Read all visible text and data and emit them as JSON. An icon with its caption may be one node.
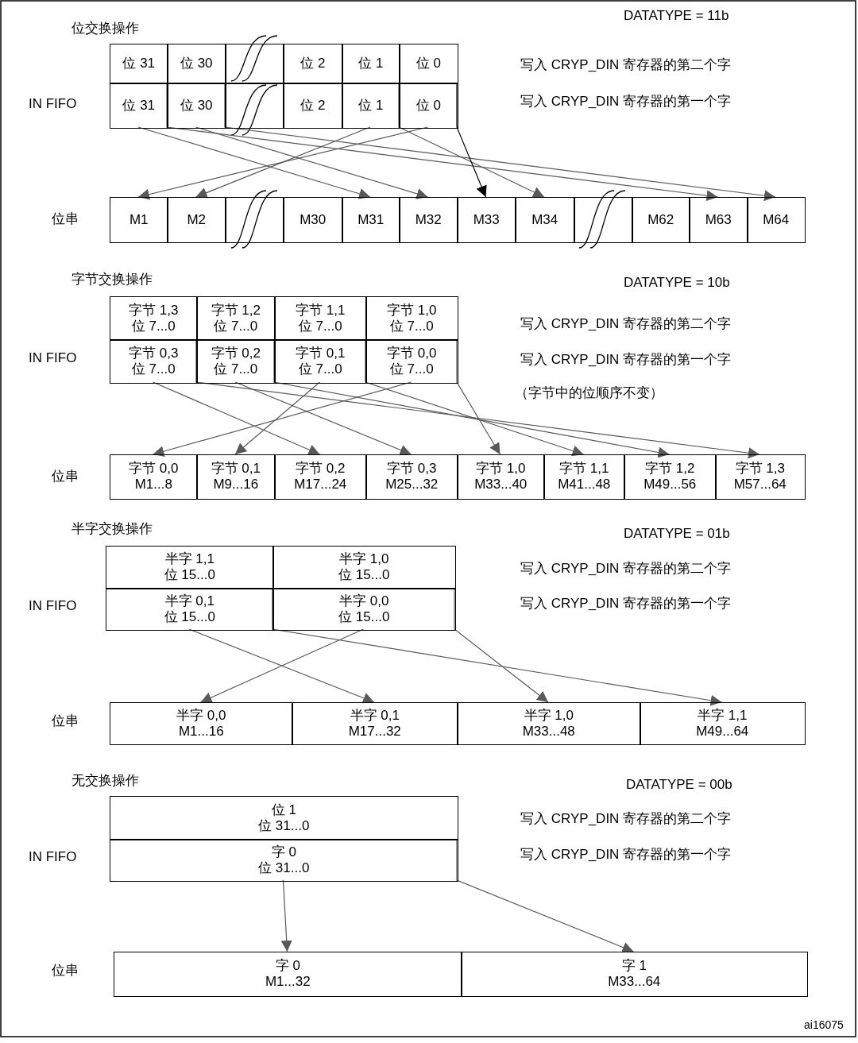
{
  "diagram": {
    "nodes": [
      {
        "text": [
          "位 31"
        ]
      },
      {
        "text": [
          "位 30"
        ]
      },
      {
        "text": [],
        "shape": "box"
      },
      {
        "text": [
          "位 2"
        ]
      },
      {
        "text": [
          "位 1"
        ]
      },
      {
        "text": [
          "位 0"
        ]
      },
      {
        "text": [
          "位 31"
        ]
      },
      {
        "text": [
          "位 30"
        ]
      },
      {
        "text": [],
        "shape": "box"
      },
      {
        "text": [
          "位 2"
        ]
      },
      {
        "text": [
          "位 1"
        ]
      },
      {
        "text": [
          "位 0"
        ]
      },
      {
        "text": [
          "M1"
        ]
      },
      {
        "text": [
          "M2"
        ]
      },
      {
        "text": [],
        "shape": "box"
      },
      {
        "text": [
          "M30"
        ]
      },
      {
        "text": [
          "M31"
        ]
      },
      {
        "text": [
          "M32"
        ]
      },
      {
        "text": [
          "M33"
        ]
      },
      {
        "text": [
          "M34"
        ]
      },
      {
        "text": [],
        "shape": "box"
      },
      {
        "text": [
          "M62"
        ]
      },
      {
        "text": [
          "M63"
        ]
      },
      {
        "text": [
          "M64"
        ]
      },
      {
        "text": [
          "字节 1,3",
          "位 7...0"
        ]
      },
      {
        "text": [
          "字节 1,2",
          "位 7...0"
        ]
      },
      {
        "text": [
          "字节 1,1",
          "位 7...0"
        ]
      },
      {
        "text": [
          "字节 1,0",
          "位 7...0"
        ]
      },
      {
        "text": [
          "字节 0,3",
          "位 7...0"
        ]
      },
      {
        "text": [
          "字节 0,2",
          "位 7...0"
        ]
      },
      {
        "text": [
          "字节 0,1",
          "位 7...0"
        ]
      },
      {
        "text": [
          "字节 0,0",
          "位 7...0"
        ]
      },
      {
        "text": [
          "字节 0,0",
          "M1...8"
        ]
      },
      {
        "text": [
          "字节 0,1",
          "M9...16"
        ]
      },
      {
        "text": [
          "字节 0,2",
          "M17...24"
        ]
      },
      {
        "text": [
          "字节 0,3",
          "M25...32"
        ]
      },
      {
        "text": [
          "字节 1,0",
          "M33...40"
        ]
      },
      {
        "text": [
          "字节 1,1",
          "M41...48"
        ]
      },
      {
        "text": [
          "字节 1,2",
          "M49...56"
        ]
      },
      {
        "text": [
          "字节 1,3",
          "M57...64"
        ]
      },
      {
        "text": [
          "半字 1,1",
          "位 15...0"
        ]
      },
      {
        "text": [
          "半字 1,0",
          "位 15...0"
        ]
      },
      {
        "text": [
          "半字 0,1",
          "位 15...0"
        ]
      },
      {
        "text": [
          "半字 0,0",
          "位 15...0"
        ]
      },
      {
        "text": [
          "半字 0,0",
          "M1...16"
        ]
      },
      {
        "text": [
          "半字 0,1",
          "M17...32"
        ]
      },
      {
        "text": [
          "半字 1,0",
          "M33...48"
        ]
      },
      {
        "text": [
          "半字 1,1",
          "M49...64"
        ]
      },
      {
        "text": [
          "位 1",
          "位 31...0"
        ]
      },
      {
        "text": [
          "字 0",
          "位 31...0"
        ]
      },
      {
        "text": [
          "字 0",
          "M1...32"
        ]
      },
      {
        "text": [
          "字 1",
          "M33...64"
        ]
      }
    ],
    "edges": [
      {
        "from": 6,
        "to": 16,
        "arrow": "to"
      },
      {
        "from": 7,
        "to": 17,
        "arrow": "to"
      },
      {
        "from": 10,
        "to": 13,
        "arrow": "to"
      },
      {
        "from": 11,
        "to": 12,
        "arrow": "to"
      },
      {
        "from": 0,
        "to": 22,
        "arrow": "to"
      },
      {
        "from": 1,
        "to": 23,
        "arrow": "to"
      },
      {
        "from": 4,
        "to": 19,
        "arrow": "to"
      },
      {
        "from": 5,
        "to": 18,
        "arrow": "to",
        "color": "#000000"
      },
      {
        "from": 28,
        "to": 34,
        "arrow": "to"
      },
      {
        "from": 29,
        "to": 35,
        "arrow": "to"
      },
      {
        "from": 30,
        "to": 33,
        "arrow": "to"
      },
      {
        "from": 31,
        "to": 32,
        "arrow": "to"
      },
      {
        "from": 24,
        "to": 39,
        "arrow": "to"
      },
      {
        "from": 25,
        "to": 38,
        "arrow": "to"
      },
      {
        "from": 26,
        "to": 37,
        "arrow": "to"
      },
      {
        "from": 27,
        "to": 36,
        "arrow": "to"
      },
      {
        "from": 40,
        "to": 47,
        "arrow": "to"
      },
      {
        "from": 41,
        "to": 46,
        "arrow": "to"
      },
      {
        "from": 42,
        "to": 45,
        "arrow": "to"
      },
      {
        "from": 43,
        "to": 44,
        "arrow": "to"
      },
      {
        "from": 48,
        "to": 51,
        "arrow": "to"
      },
      {
        "from": 49,
        "to": 50,
        "arrow": "to"
      }
    ],
    "labels": [
      "位交换操作",
      "DATATYPE = 11b",
      "写入 CRYP_DIN 寄存器的第二个字",
      "IN FIFO",
      "写入 CRYP_DIN 寄存器的第一个字",
      "位串",
      "字节交换操作",
      "DATATYPE = 10b",
      "写入 CRYP_DIN 寄存器的第二个字",
      "IN FIFO",
      "写入 CRYP_DIN 寄存器的第一个字",
      "（字节中的位顺序不变）",
      "位串",
      "半字交换操作",
      "DATATYPE = 01b",
      "写入 CRYP_DIN 寄存器的第二个字",
      "IN FIFO",
      "写入 CRYP_DIN 寄存器的第一个字",
      "位串",
      "无交换操作",
      "DATATYPE = 00b",
      "写入 CRYP_DIN 寄存器的第二个字",
      "IN FIFO",
      "写入 CRYP_DIN 寄存器的第一个字",
      "位串",
      "ai16075"
    ]
  }
}
